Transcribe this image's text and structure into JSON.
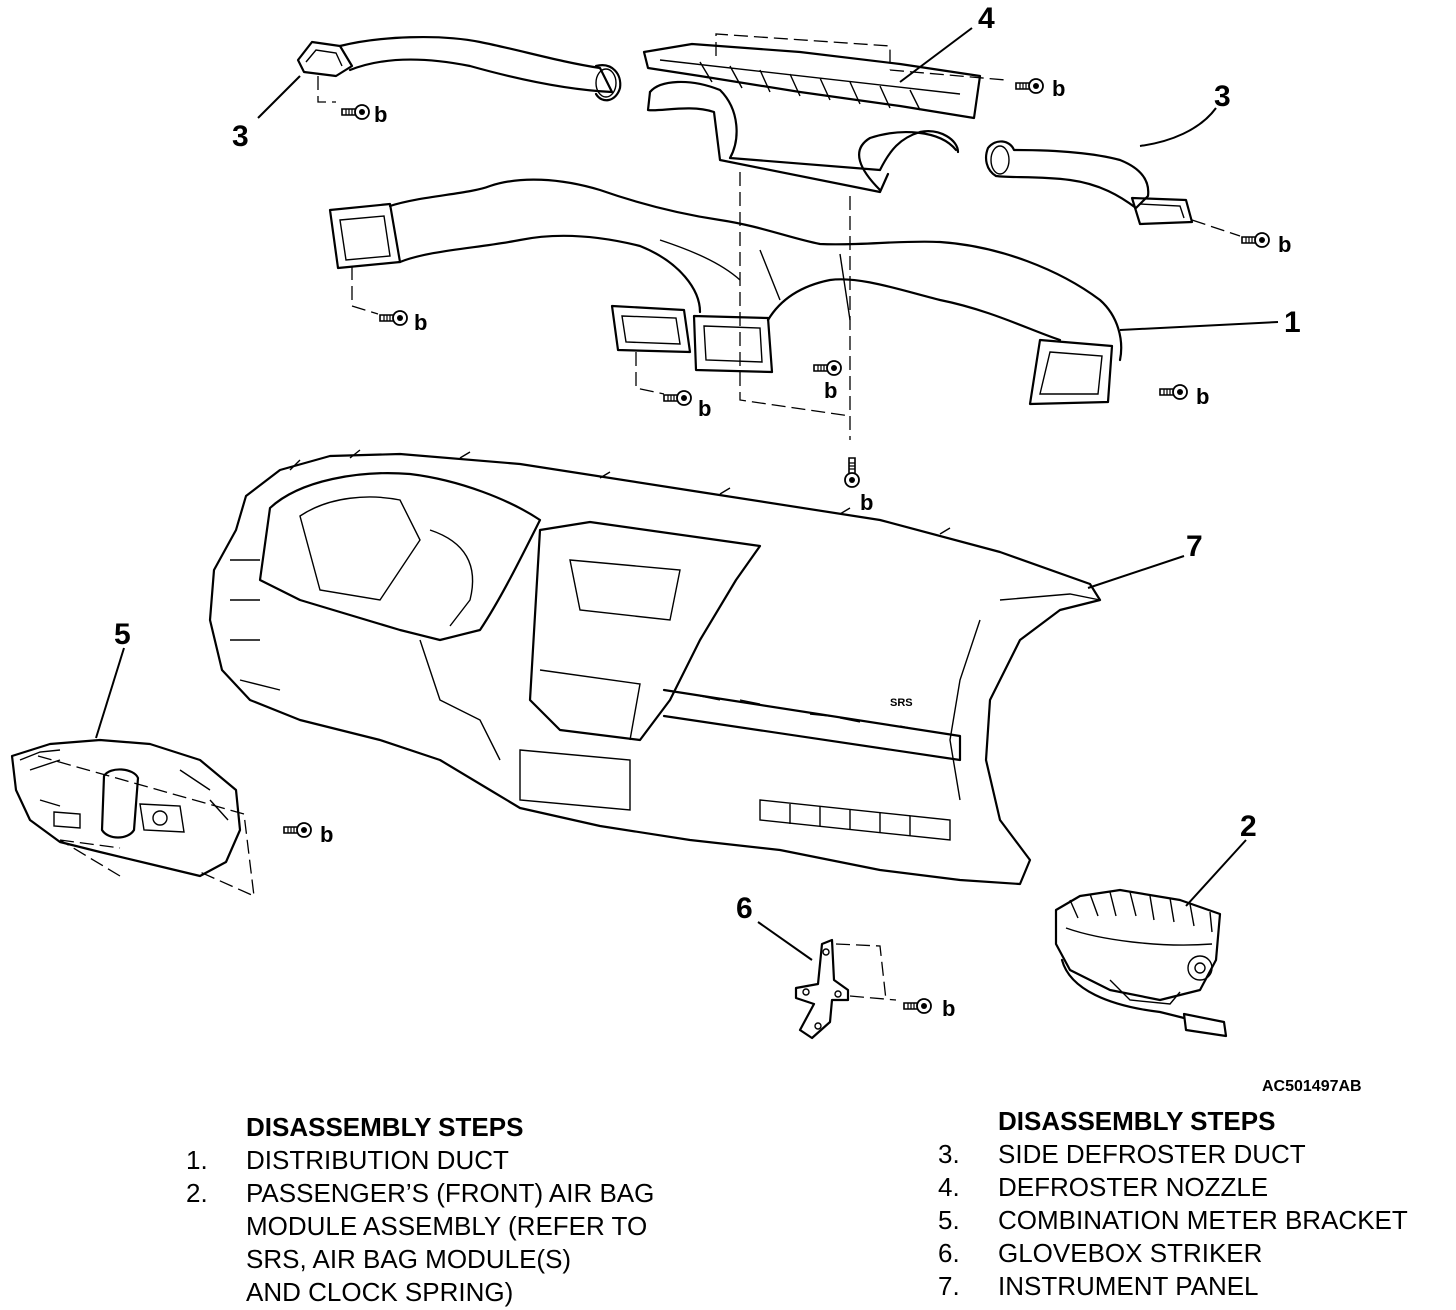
{
  "diagram": {
    "figure_code": "AC501497AB",
    "fastener_label": "b",
    "callouts": [
      "1",
      "2",
      "3",
      "3",
      "4",
      "5",
      "6",
      "7"
    ],
    "srs_marking": "SRS"
  },
  "steps_left": {
    "heading": "DISASSEMBLY STEPS",
    "items": [
      {
        "num": "1.",
        "text": "DISTRIBUTION DUCT"
      },
      {
        "num": "2.",
        "text": "PASSENGER’S (FRONT) AIR BAG\nMODULE ASSEMBLY (REFER TO\nSRS, AIR BAG MODULE(S)\nAND CLOCK SPRING)"
      }
    ]
  },
  "steps_right": {
    "heading": "DISASSEMBLY STEPS",
    "items": [
      {
        "num": "3.",
        "text": "SIDE DEFROSTER DUCT"
      },
      {
        "num": "4.",
        "text": "DEFROSTER NOZZLE"
      },
      {
        "num": "5.",
        "text": "COMBINATION METER BRACKET"
      },
      {
        "num": "6.",
        "text": "GLOVEBOX STRIKER"
      },
      {
        "num": "7.",
        "text": "INSTRUMENT PANEL"
      }
    ]
  }
}
